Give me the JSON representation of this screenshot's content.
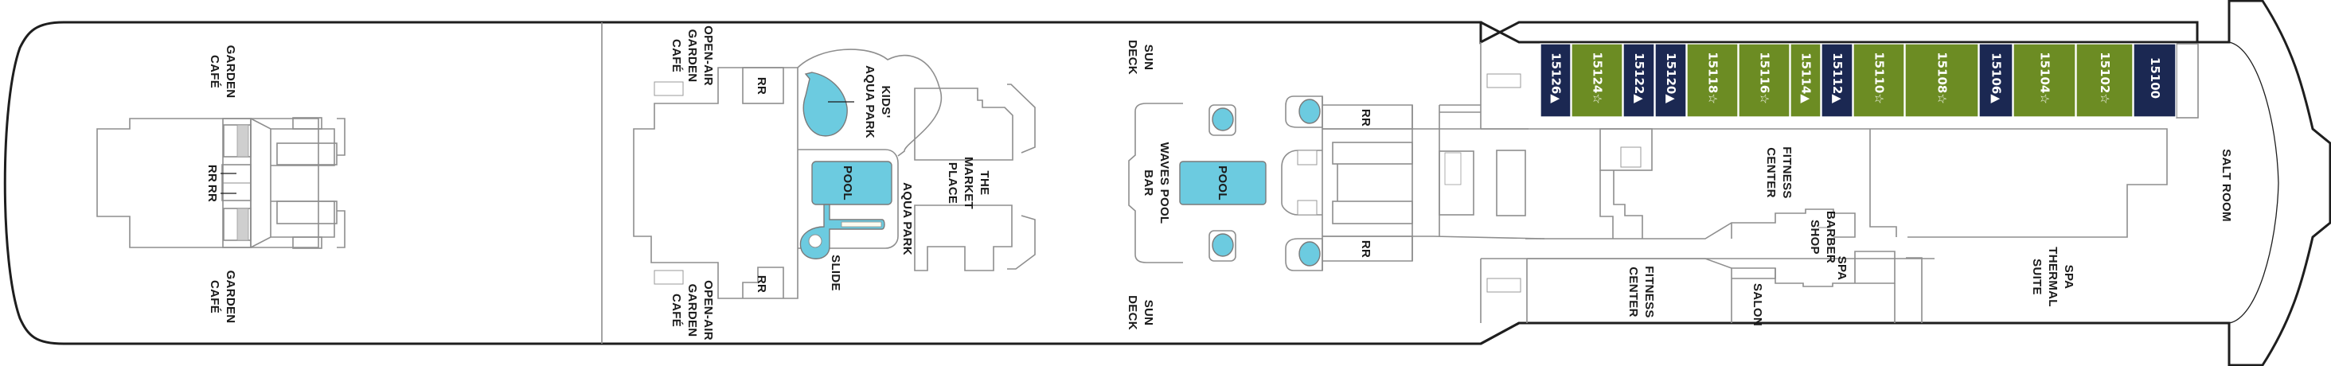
{
  "deck": {
    "colors": {
      "balcony_cabin": "#1b2852",
      "suite_cabin": "#6c8c23",
      "pool_water": "#6ccbe0",
      "hull_line": "#1e1e1e",
      "wall_line": "#8e8e8e"
    },
    "legend_symbols": {
      "triangle": "▲",
      "star": "☆"
    },
    "venues": {
      "garden_cafe_top": [
        "GARDEN",
        "CAFÉ"
      ],
      "garden_cafe_bottom": [
        "GARDEN",
        "CAFÉ"
      ],
      "rr_aft_1": "RR",
      "rr_aft_2": "RR",
      "open_air_cafe_top": [
        "OPEN-AIR",
        "GARDEN",
        "CAFÉ"
      ],
      "open_air_cafe_bottom": [
        "OPEN-AIR",
        "GARDEN",
        "CAFÉ"
      ],
      "rr_mid_top": "RR",
      "rr_mid_bottom": "RR",
      "kids_aqua_park": [
        "KIDS'",
        "AQUA PARK"
      ],
      "pool_aft": "POOL",
      "aqua_park": "AQUA PARK",
      "slide": "SLIDE",
      "market_place": [
        "THE",
        "MARKET",
        "PLACE"
      ],
      "sun_deck_top": [
        "SUN",
        "DECK"
      ],
      "sun_deck_bottom": [
        "SUN",
        "DECK"
      ],
      "waves_pool_bar": [
        "WAVES POOL",
        "BAR"
      ],
      "pool_main": "POOL",
      "rr_fwd_top": "RR",
      "rr_fwd_bottom": "RR",
      "fitness_center_top": [
        "FITNESS",
        "CENTER"
      ],
      "fitness_center_bottom": [
        "FITNESS",
        "CENTER"
      ],
      "barber_shop": [
        "BARBER",
        "SHOP"
      ],
      "spa": "SPA",
      "salon": "SALON",
      "spa_thermal_suite": [
        "SPA",
        "THERMAL",
        "SUITE"
      ],
      "salt_room": "SALT ROOM"
    },
    "cabins": [
      {
        "number": "15126",
        "category": "balcony",
        "symbol": "▲"
      },
      {
        "number": "15124",
        "category": "suite",
        "symbol": "☆"
      },
      {
        "number": "15122",
        "category": "balcony",
        "symbol": "▲"
      },
      {
        "number": "15120",
        "category": "balcony",
        "symbol": "▲"
      },
      {
        "number": "15118",
        "category": "suite",
        "symbol": "☆"
      },
      {
        "number": "15116",
        "category": "suite",
        "symbol": "☆"
      },
      {
        "number": "15114",
        "category": "suite",
        "symbol": "▲"
      },
      {
        "number": "15112",
        "category": "balcony",
        "symbol": "▲"
      },
      {
        "number": "15110",
        "category": "suite",
        "symbol": "☆"
      },
      {
        "number": "15108",
        "category": "suite",
        "symbol": "☆"
      },
      {
        "number": "15106",
        "category": "balcony",
        "symbol": "▲"
      },
      {
        "number": "15104",
        "category": "suite",
        "symbol": "☆"
      },
      {
        "number": "15102",
        "category": "suite",
        "symbol": "☆"
      },
      {
        "number": "15100",
        "category": "balcony",
        "symbol": ""
      }
    ]
  }
}
